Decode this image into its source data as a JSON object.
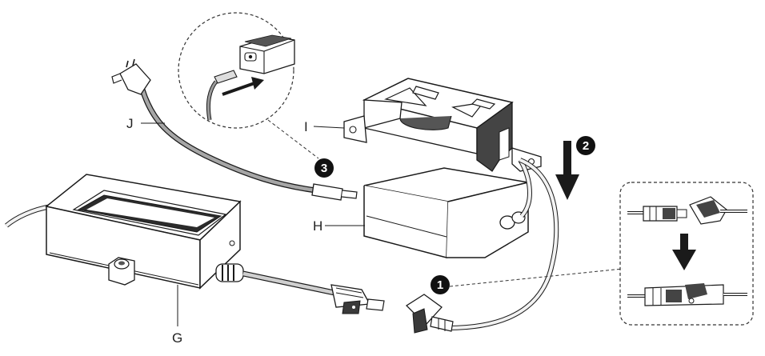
{
  "labels": {
    "j": "J",
    "i": "I",
    "h": "H",
    "g": "G"
  },
  "steps": {
    "one": "1",
    "two": "2",
    "three": "3"
  },
  "colors": {
    "line": "#1a1a1a",
    "cable_gray": "#8a8a8a",
    "cable_light": "#f2f2f2",
    "body_fill": "#ffffff",
    "badge": "#111111"
  }
}
